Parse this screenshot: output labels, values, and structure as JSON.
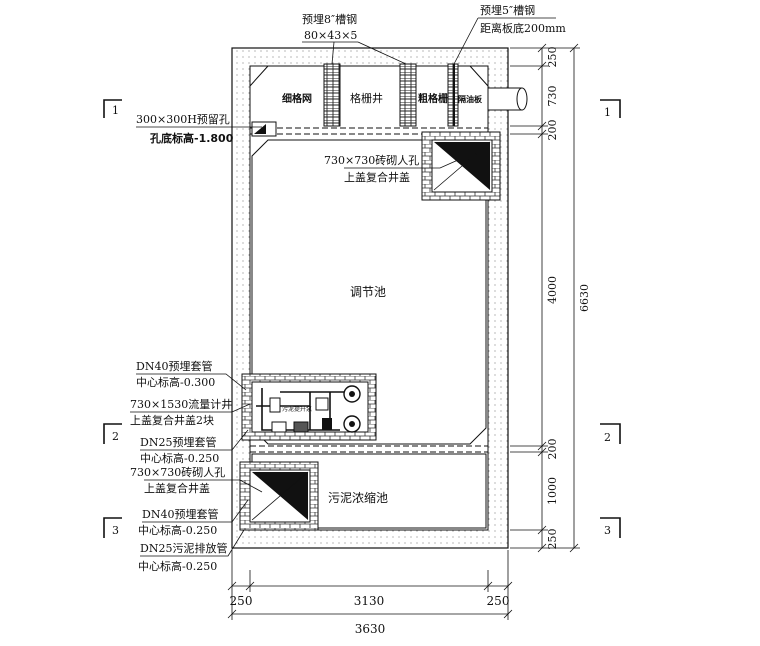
{
  "labels": {
    "channel_steel_8": "预埋8″槽钢",
    "channel_steel_8_size": "80×43×5",
    "channel_steel_5": "预埋5″槽钢",
    "channel_steel_5_height": "距离板底200mm",
    "fine_screen": "细格网",
    "grille_well": "格栅井",
    "coarse_screen": "粗格栅",
    "oil_baffle": "隔油板",
    "reserved_hole": "300×300H预留孔",
    "hole_elevation": "孔底标高-1.800",
    "manhole_top_1": "730×730砖砌人孔",
    "manhole_top_2": "上盖复合井盖",
    "regulating_tank": "调节池",
    "dn40_upper_1": "DN40预埋套管",
    "dn40_upper_2": "中心标高-0.300",
    "meter_well_1": "730×1530流量计井",
    "meter_well_2": "上盖复合井盖2块",
    "dn25_upper_1": "DN25预埋套管",
    "dn25_upper_2": "中心标高-0.250",
    "manhole_bottom_1": "730×730砖砌人孔",
    "manhole_bottom_2": "上盖复合井盖",
    "sludge_tank": "污泥浓缩池",
    "dn40_lower_1": "DN40预埋套管",
    "dn40_lower_2": "中心标高-0.250",
    "dn25_lower_1": "DN25污泥排放管",
    "dn25_lower_2": "中心标高-0.250",
    "pump_label": "污泥提升泵"
  },
  "dimensions": {
    "right": [
      "250",
      "730",
      "200",
      "4000",
      "200",
      "1000",
      "250"
    ],
    "right_total": "6630",
    "bottom": [
      "250",
      "3130",
      "250"
    ],
    "bottom_total": "3630"
  },
  "sections": {
    "s1": "1",
    "s2": "2",
    "s3": "3"
  }
}
